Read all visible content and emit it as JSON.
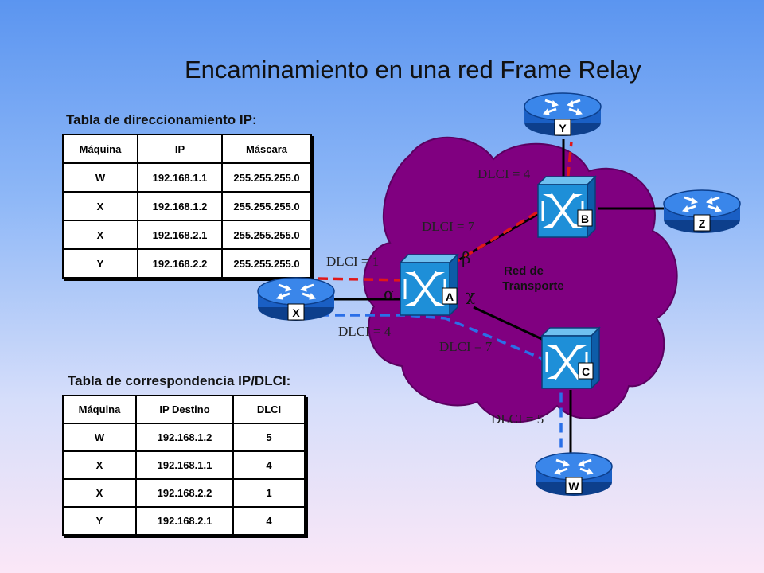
{
  "title": "Encaminamiento en una red Frame Relay",
  "ip_table": {
    "heading": "Tabla de direccionamiento IP:",
    "columns": [
      "Máquina",
      "IP",
      "Máscara"
    ],
    "rows": [
      [
        "W",
        "192.168.1.1",
        "255.255.255.0"
      ],
      [
        "X",
        "192.168.1.2",
        "255.255.255.0"
      ],
      [
        "X",
        "192.168.2.1",
        "255.255.255.0"
      ],
      [
        "Y",
        "192.168.2.2",
        "255.255.255.0"
      ]
    ]
  },
  "dlci_table": {
    "heading": "Tabla de correspondencia IP/DLCI:",
    "columns": [
      "Máquina",
      "IP Destino",
      "DLCI"
    ],
    "rows": [
      [
        "W",
        "192.168.1.2",
        "5"
      ],
      [
        "X",
        "192.168.1.1",
        "4"
      ],
      [
        "X",
        "192.168.2.2",
        "1"
      ],
      [
        "Y",
        "192.168.2.1",
        "4"
      ]
    ]
  },
  "network": {
    "cloud_label_line1": "Red de",
    "cloud_label_line2": "Transporte",
    "routers": {
      "x": "X",
      "y": "Y",
      "z": "Z",
      "w": "W"
    },
    "switches": {
      "a": "A",
      "b": "B",
      "c": "C"
    },
    "ports": {
      "alpha": "α",
      "beta": "β",
      "chi": "χ"
    },
    "dlci_labels": {
      "y_b": "DLCI = 4",
      "a_b": "DLCI = 7",
      "x_a_red": "DLCI = 1",
      "x_a_blue": "DLCI = 4",
      "a_c": "DLCI = 7",
      "c_w": "DLCI = 5"
    },
    "colors": {
      "cloud": "#800080",
      "router": "#1f6fd6",
      "switch": "#1e8fd8",
      "path_red": "#e01818",
      "path_blue": "#2a6fe8"
    }
  }
}
